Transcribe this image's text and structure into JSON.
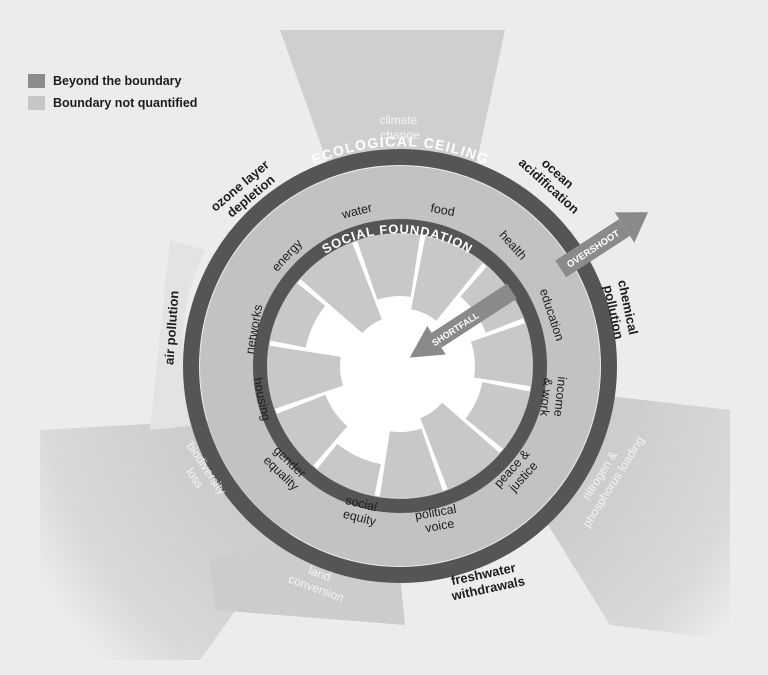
{
  "colors": {
    "page": "#ececec",
    "beyond": "#8c8c8c",
    "not_quantified": "#c6c6c6",
    "wedge": "#cfcfcf",
    "doughnut": "#c2c2c2",
    "ring": "#555555",
    "ring_text": "#ffffff",
    "arrow": "#8a8a8a",
    "text_dark": "#1e1e1e",
    "text_light": "#f4f4f4"
  },
  "legend": {
    "beyond": "Beyond the boundary",
    "not_quantified": "Boundary not quantified"
  },
  "rings": {
    "ecological_ceiling": "ECOLOGICAL CEILING",
    "social_foundation": "SOCIAL FOUNDATION"
  },
  "arrows": {
    "overshoot": "OVERSHOOT",
    "shortfall": "SHORTFALL"
  },
  "ecological": {
    "climate_change": [
      "climate",
      "change"
    ],
    "ocean_acidification": [
      "ocean",
      "acidification"
    ],
    "chemical_pollution": [
      "chemical",
      "pollution"
    ],
    "nitrogen_phosphorus": [
      "nitrogen &",
      "phosphorus loading"
    ],
    "freshwater_withdrawals": [
      "freshwater",
      "withdrawals"
    ],
    "land_conversion": [
      "land",
      "conversion"
    ],
    "biodiversity_loss": [
      "biodiversity",
      "loss"
    ],
    "air_pollution": "air pollution",
    "ozone_depletion": [
      "ozone layer",
      "depletion"
    ]
  },
  "social": {
    "water": "water",
    "food": "food",
    "health": "health",
    "education": "education",
    "income_work": [
      "income",
      "& work"
    ],
    "peace_justice": [
      "peace &",
      "justice"
    ],
    "political_voice": [
      "political",
      "voice"
    ],
    "social_equity": [
      "social",
      "equity"
    ],
    "gender_equality": [
      "gender",
      "equality"
    ],
    "housing": "housing",
    "networks": "networks",
    "energy": "energy"
  }
}
